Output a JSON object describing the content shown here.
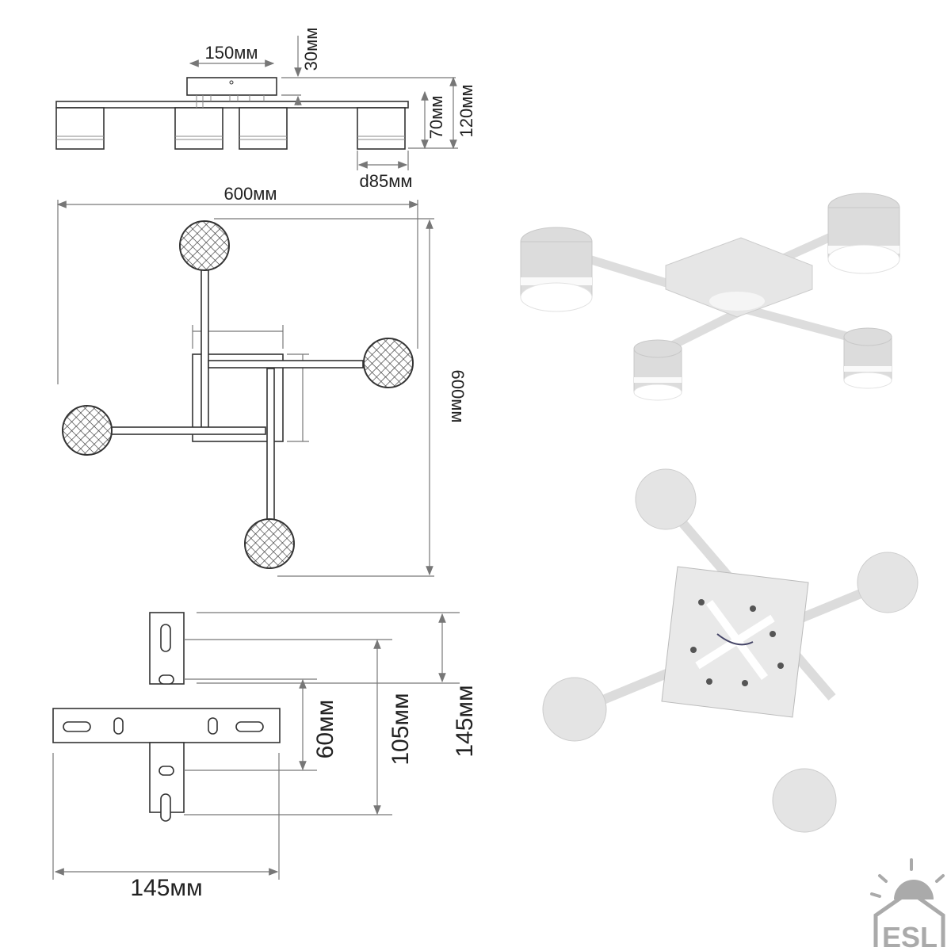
{
  "side_view": {
    "width_label": "150мм",
    "base_height_label": "30мм",
    "total_height_label": "120мм",
    "shade_height_label": "70мм",
    "diameter_label": "d85мм"
  },
  "plan_view": {
    "width_label": "600мм",
    "height_label": "600мм"
  },
  "bracket_view": {
    "inner_label": "60мм",
    "middle_label": "105мм",
    "height_label": "145мм",
    "width_label": "145мм"
  },
  "logo": {
    "text": "ESL",
    "color": "#a8a8a8"
  }
}
